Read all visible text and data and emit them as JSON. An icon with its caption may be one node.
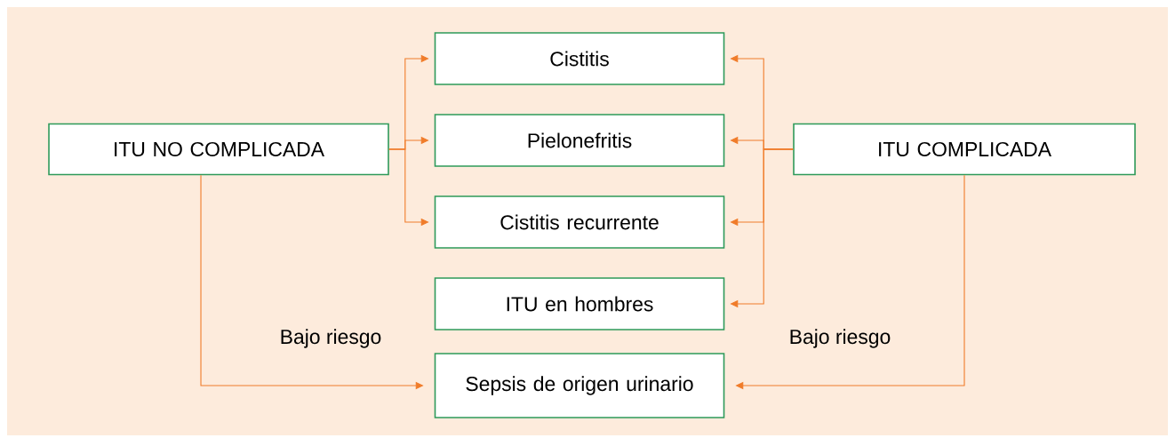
{
  "diagram": {
    "nodes": [
      {
        "text": [
          "ITU NO COMPLICADA"
        ]
      },
      {
        "text": [
          "Cistitis"
        ]
      },
      {
        "text": [
          "Pielonefritis"
        ]
      },
      {
        "text": [
          "Cistitis recurrente"
        ]
      },
      {
        "text": [
          "ITU en hombres"
        ]
      },
      {
        "text": [
          "Sepsis de origen urinario"
        ]
      },
      {
        "text": [
          "ITU COMPLICADA"
        ]
      }
    ],
    "edges": [
      {
        "from": 0,
        "to": 1,
        "arrow": "to"
      },
      {
        "from": 0,
        "to": 2,
        "arrow": "to"
      },
      {
        "from": 0,
        "to": 3,
        "arrow": "to"
      },
      {
        "from": 0,
        "to": 5,
        "arrow": "to",
        "label": "Bajo riesgo"
      },
      {
        "from": 6,
        "to": 1,
        "arrow": "to"
      },
      {
        "from": 6,
        "to": 2,
        "arrow": "to"
      },
      {
        "from": 6,
        "to": 3,
        "arrow": "to"
      },
      {
        "from": 6,
        "to": 4,
        "arrow": "to"
      },
      {
        "from": 6,
        "to": 5,
        "arrow": "to",
        "label": "Bajo riesgo"
      }
    ]
  }
}
